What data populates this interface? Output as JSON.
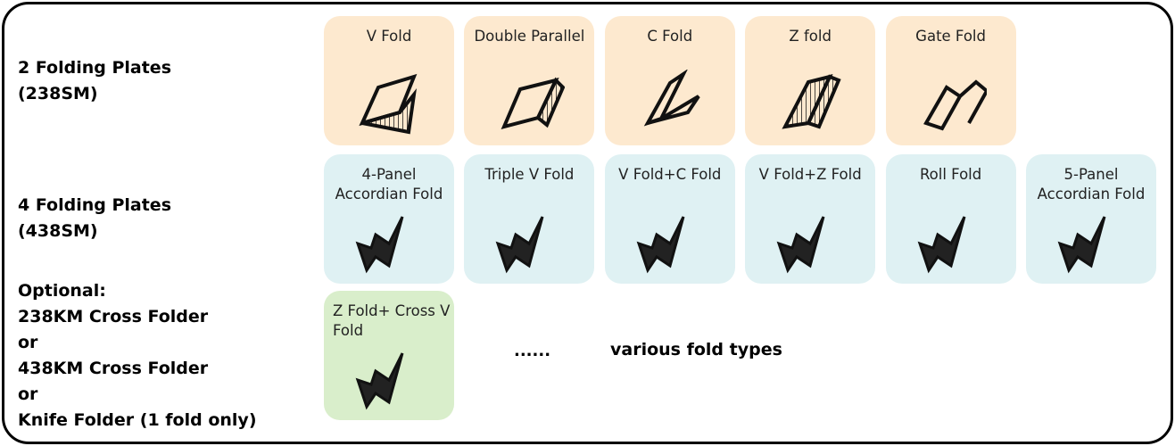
{
  "rows": [
    {
      "label_lines": [
        "2 Folding Plates",
        "(238SM)"
      ],
      "color": "#fde9cf",
      "cards": [
        "V Fold",
        "Double Parallel",
        "C Fold",
        "Z fold",
        "Gate Fold"
      ]
    },
    {
      "label_lines": [
        "4 Folding Plates",
        "(438SM)"
      ],
      "color": "#dff1f3",
      "cards": [
        "4-Panel Accordian Fold",
        "Triple V Fold",
        "V Fold+C Fold",
        "V Fold+Z Fold",
        "Roll Fold",
        "5-Panel Accordian Fold"
      ]
    },
    {
      "label_lines": [
        "Optional:",
        "238KM Cross Folder",
        "or",
        "438KM Cross Folder",
        "or",
        "Knife Folder (1 fold only)"
      ],
      "color": "#d9eecb",
      "cards": [
        "Z Fold+ Cross V Fold"
      ]
    }
  ],
  "ellipsis": "......",
  "more_text": "various fold types"
}
